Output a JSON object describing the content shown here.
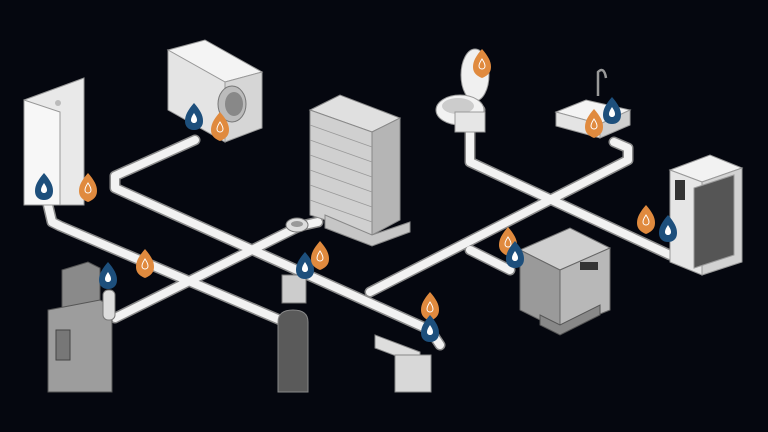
{
  "colors": {
    "background": "#05070f",
    "pipe": "#f2f2f2",
    "pipe_outline": "#9a9a9a",
    "sensor_blue": "#1d4f7c",
    "sensor_orange": "#e08a3e",
    "appliance_light": "#e8e8e8",
    "appliance_dark": "#6a6a6a"
  },
  "icons": [
    "water-drop-sensor-icon",
    "leak-sensor-icon"
  ],
  "appliances": [
    "shower",
    "washing-machine",
    "office-building",
    "toilet",
    "sink",
    "combi-oven",
    "water-dispenser",
    "water-softener-tank",
    "espresso-machine",
    "water-filter",
    "water-meter"
  ]
}
